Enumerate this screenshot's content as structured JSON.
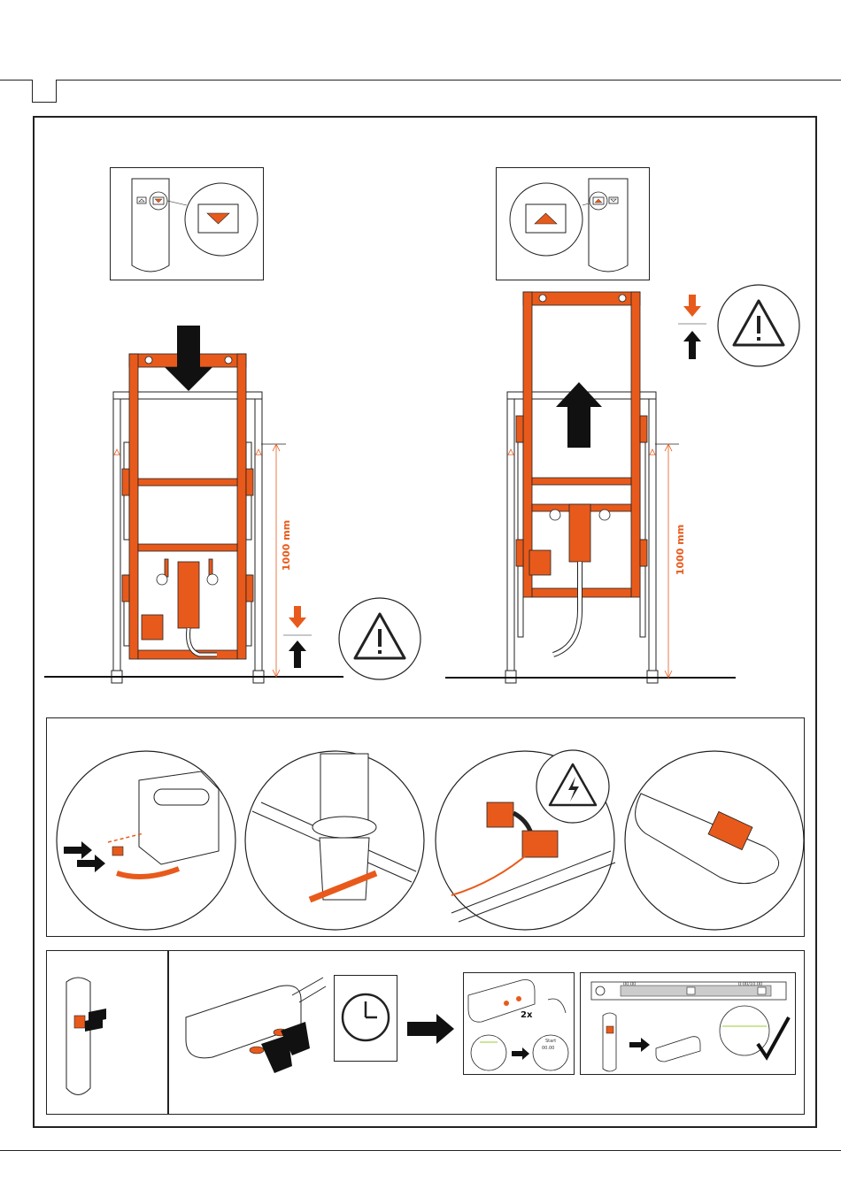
{
  "colors": {
    "accent": "#e85a1b",
    "line": "#222222",
    "frame": "#b8b8b8"
  },
  "top_section": {
    "left_measure": "1000 mm",
    "right_measure": "1000 mm",
    "left_button": "arrow-down-icon",
    "right_button": "arrow-up-icon",
    "warning_icon": "warning-triangle-icon"
  },
  "connect_section": {
    "steps": [
      "plug-cables-icon",
      "pipe-clamp-icon",
      "electric-hazard-icon",
      "battery-unit-icon"
    ]
  },
  "pairing_section": {
    "press_count": "2x",
    "timer_icon": "clock-icon",
    "small_labels": {
      "start": "Start",
      "time_a": "00.00",
      "time_b": "00.00",
      "time_c": "0:00/10.00"
    }
  }
}
